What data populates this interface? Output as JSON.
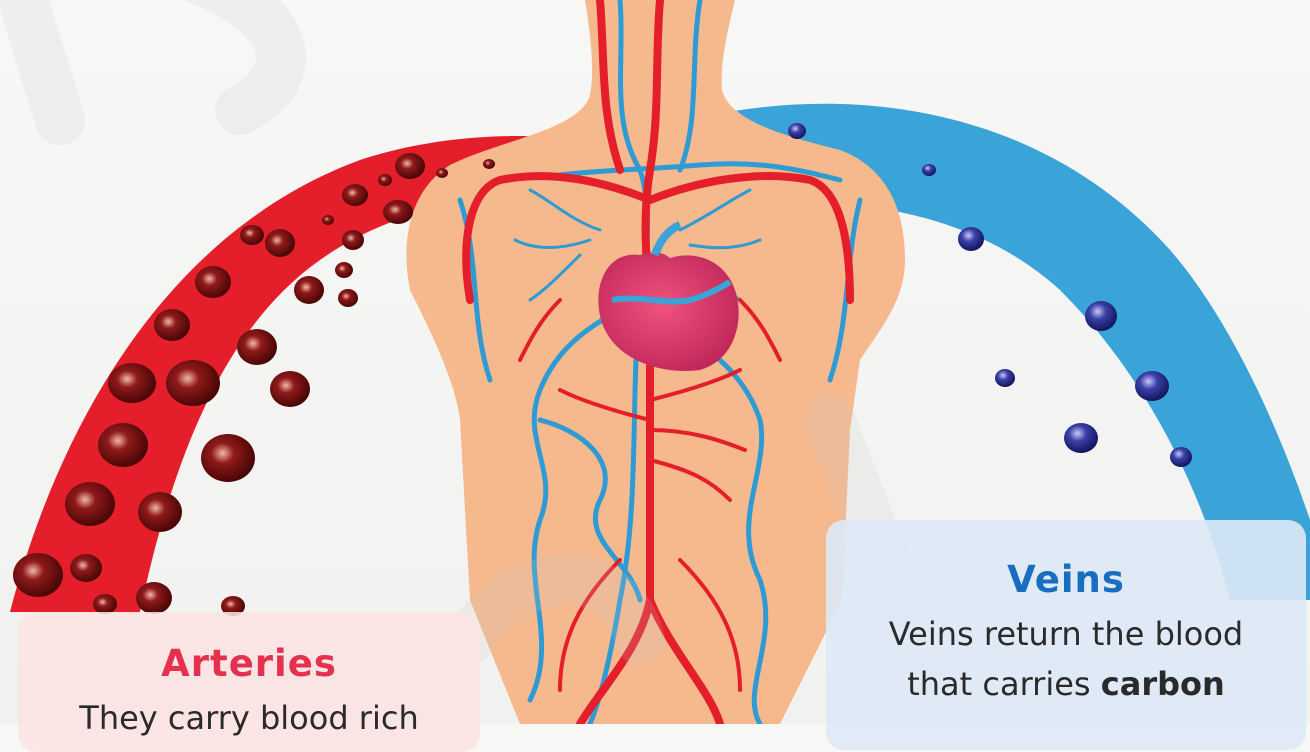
{
  "colors": {
    "artery": "#e41e2b",
    "vein": "#3aa3d8",
    "skin": "#f6b98e",
    "heart": "#e0396b",
    "arteries_title": "#e5304f",
    "veins_title": "#1a6ec0"
  },
  "arteries": {
    "title": "Arteries",
    "text_partial": "They carry blood rich"
  },
  "veins": {
    "title": "Veins",
    "text_line1": "Veins return the blood",
    "text_line2_start": "that carries ",
    "text_line2_bold": "carbon"
  }
}
